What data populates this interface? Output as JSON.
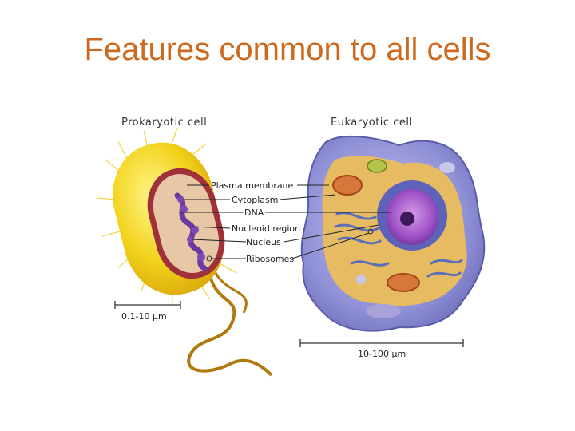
{
  "title": "Features common to all cells",
  "diagram": {
    "prokaryote_heading": "Prokaryotic cell",
    "eukaryote_heading": "Eukaryotic cell",
    "labels": [
      "Plasma membrane",
      "Cytoplasm",
      "DNA",
      "Nucleoid region",
      "Nucleus",
      "Ribosomes"
    ],
    "prokaryote_scale": "0.1-10 μm",
    "eukaryote_scale": "10-100 μm"
  },
  "colors": {
    "title": "#cc6a1f",
    "prokaryote_wall": "#f2d21a",
    "eukaryote_cytoplasm": "#e3b760",
    "nucleus": "#8a3fb0",
    "membrane": "#7a80c0"
  }
}
